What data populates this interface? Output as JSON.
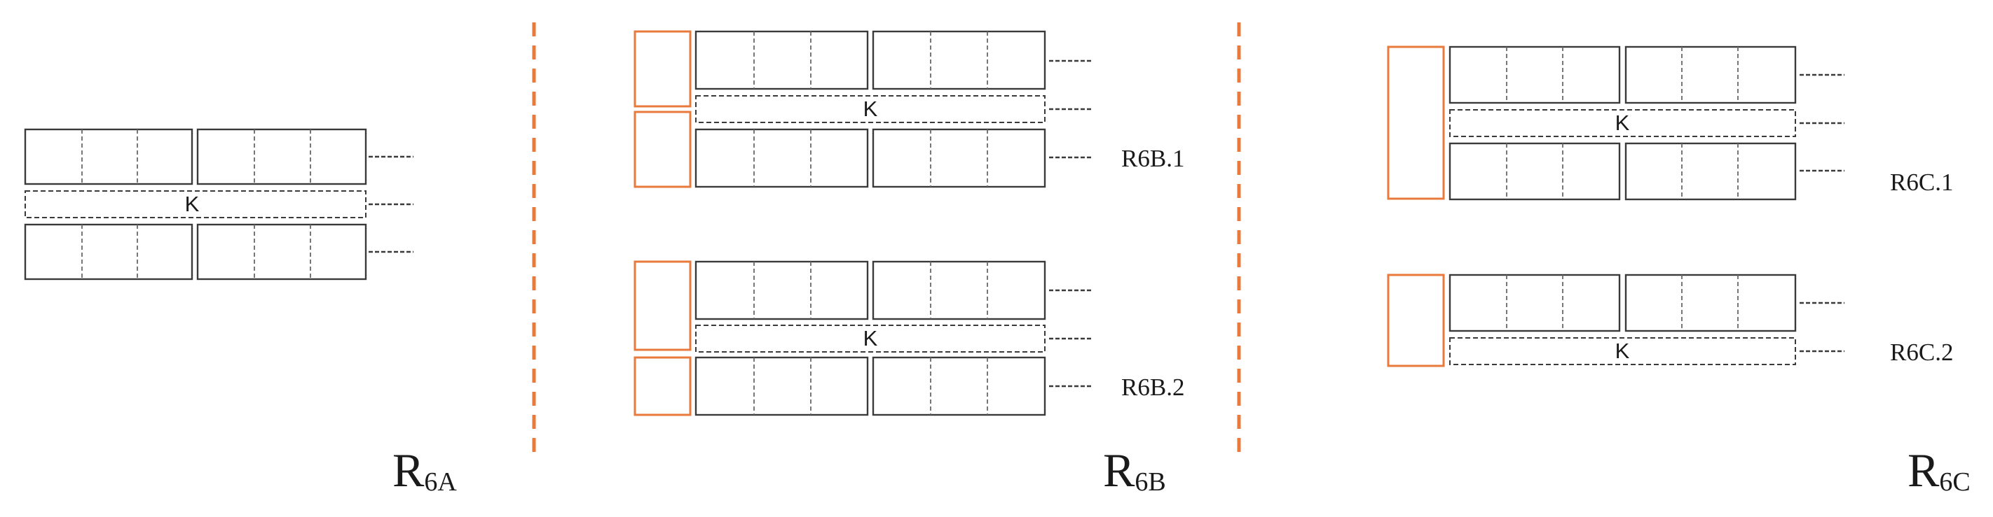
{
  "diagram": {
    "k_label": "K",
    "panel_a": {
      "title_main": "R",
      "title_sub": "6A"
    },
    "panel_b": {
      "title_main": "R",
      "title_sub": "6B",
      "sub1_label": "R6B.1",
      "sub2_label": "R6B.2"
    },
    "panel_c": {
      "title_main": "R",
      "title_sub": "6C",
      "sub1_label": "R6C.1",
      "sub2_label": "R6C.2"
    },
    "colors": {
      "outline": "#3a3a3a",
      "accent_orange": "#ea7a3c",
      "background": "#ffffff"
    }
  }
}
